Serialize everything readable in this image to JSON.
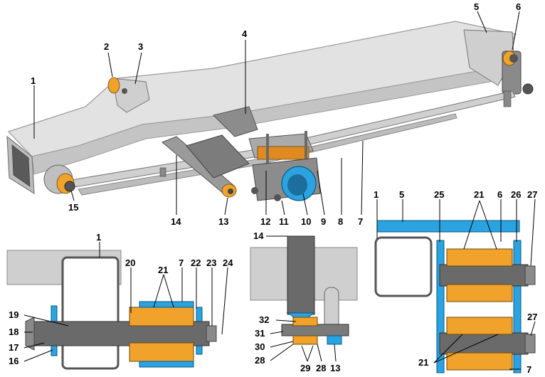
{
  "colors": {
    "frame": "#d8d8d8",
    "frame_dark": "#9a9a9a",
    "metal": "#7a7a7a",
    "metal_dark": "#333333",
    "rubber": "#f0a22a",
    "bracket": "#2aa3e0",
    "spring": "#c8c8c8"
  },
  "callouts": [
    {
      "id": "1a",
      "text": "1"
    },
    {
      "id": "2",
      "text": "2"
    },
    {
      "id": "3",
      "text": "3"
    },
    {
      "id": "4",
      "text": "4"
    },
    {
      "id": "5a",
      "text": "5"
    },
    {
      "id": "6a",
      "text": "6"
    },
    {
      "id": "7a",
      "text": "7"
    },
    {
      "id": "8",
      "text": "8"
    },
    {
      "id": "9",
      "text": "9"
    },
    {
      "id": "10",
      "text": "10"
    },
    {
      "id": "11",
      "text": "11"
    },
    {
      "id": "12",
      "text": "12"
    },
    {
      "id": "13a",
      "text": "13"
    },
    {
      "id": "14a",
      "text": "14"
    },
    {
      "id": "15",
      "text": "15"
    },
    {
      "id": "1b",
      "text": "1"
    },
    {
      "id": "20",
      "text": "20"
    },
    {
      "id": "21a",
      "text": "21"
    },
    {
      "id": "7b",
      "text": "7"
    },
    {
      "id": "22",
      "text": "22"
    },
    {
      "id": "23",
      "text": "23"
    },
    {
      "id": "24",
      "text": "24"
    },
    {
      "id": "19",
      "text": "19"
    },
    {
      "id": "18",
      "text": "18"
    },
    {
      "id": "17",
      "text": "17"
    },
    {
      "id": "16",
      "text": "16"
    },
    {
      "id": "14b",
      "text": "14"
    },
    {
      "id": "32",
      "text": "32"
    },
    {
      "id": "31",
      "text": "31"
    },
    {
      "id": "30",
      "text": "30"
    },
    {
      "id": "28a",
      "text": "28"
    },
    {
      "id": "29",
      "text": "29"
    },
    {
      "id": "28b",
      "text": "28"
    },
    {
      "id": "13b",
      "text": "13"
    },
    {
      "id": "1c",
      "text": "1"
    },
    {
      "id": "5b",
      "text": "5"
    },
    {
      "id": "25",
      "text": "25"
    },
    {
      "id": "21b",
      "text": "21"
    },
    {
      "id": "6b",
      "text": "6"
    },
    {
      "id": "26",
      "text": "26"
    },
    {
      "id": "27a",
      "text": "27"
    },
    {
      "id": "27b",
      "text": "27"
    },
    {
      "id": "21c",
      "text": "21"
    },
    {
      "id": "7c",
      "text": "7"
    }
  ]
}
